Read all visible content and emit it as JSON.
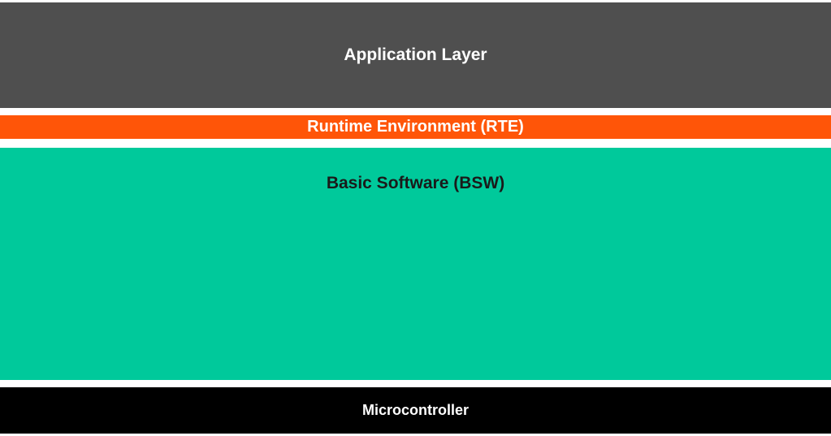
{
  "diagram": {
    "layers": [
      {
        "id": "application",
        "label": "Application Layer",
        "color": "#4f4f4f",
        "text_color": "#ffffff"
      },
      {
        "id": "rte",
        "label": "Runtime Environment (RTE)",
        "color": "#ff5508",
        "text_color": "#ffffff"
      },
      {
        "id": "bsw",
        "label": "Basic Software (BSW)",
        "color": "#00c99b",
        "text_color": "#1a1a1a"
      },
      {
        "id": "microcontroller",
        "label": "Microcontroller",
        "color": "#000000",
        "text_color": "#ffffff"
      }
    ]
  }
}
